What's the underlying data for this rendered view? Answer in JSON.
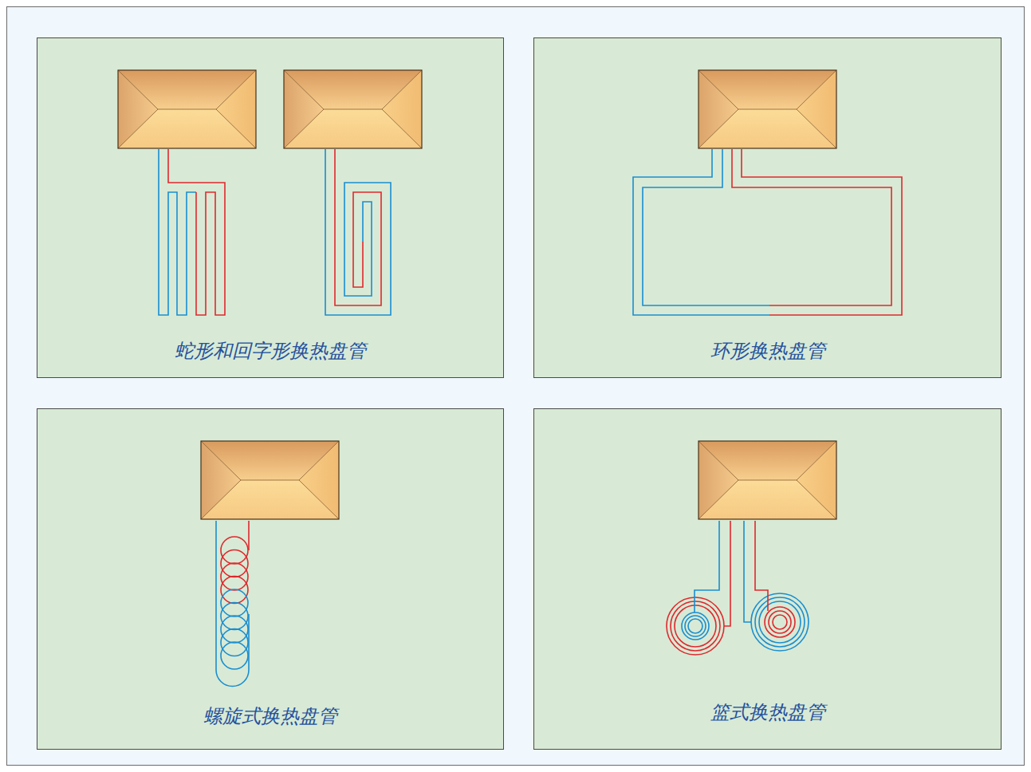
{
  "diagram": {
    "nodes": [
      {
        "text": [
          "蛇形和回字形换热盘管"
        ]
      },
      {
        "text": [
          "环形换热盘管"
        ]
      },
      {
        "text": [
          "螺旋式换热盘管"
        ]
      },
      {
        "text": [
          "篮式换热盘管"
        ]
      }
    ]
  }
}
